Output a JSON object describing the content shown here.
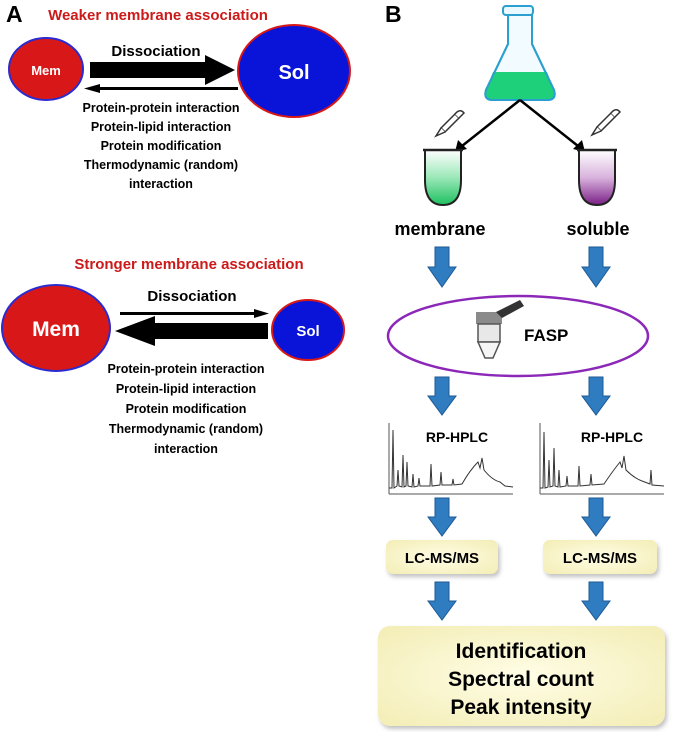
{
  "panel_a": {
    "label": "A",
    "weaker": {
      "title": "Weaker membrane association",
      "mem": "Mem",
      "sol": "Sol",
      "arrow_label": "Dissociation",
      "factors": [
        "Protein-protein interaction",
        "Protein-lipid interaction",
        "Protein modification",
        "Thermodynamic (random)",
        "interaction"
      ]
    },
    "stronger": {
      "title": "Stronger membrane association",
      "mem": "Mem",
      "sol": "Sol",
      "arrow_label": "Dissociation",
      "factors": [
        "Protein-protein interaction",
        "Protein-lipid interaction",
        "Protein modification",
        "Thermodynamic (random)",
        "interaction"
      ]
    }
  },
  "panel_b": {
    "label": "B",
    "fractions": {
      "left": "membrane",
      "right": "soluble"
    },
    "fasp": "FASP",
    "hplc": {
      "left": "RP-HPLC",
      "right": "RP-HPLC"
    },
    "lcms": {
      "left": "LC-MS/MS",
      "right": "LC-MS/MS"
    },
    "results": [
      "Identification",
      "Spectral count",
      "Peak intensity"
    ]
  },
  "colors": {
    "title_red": "#cc1a1a",
    "mem_fill": "#d81818",
    "sol_fill": "#0a14d8",
    "blue_arrow": "#2f7cc0",
    "fasp_border": "#8b28b8",
    "flask_liquid": "#1fd07a",
    "box_fill": "#fbf7cf"
  }
}
